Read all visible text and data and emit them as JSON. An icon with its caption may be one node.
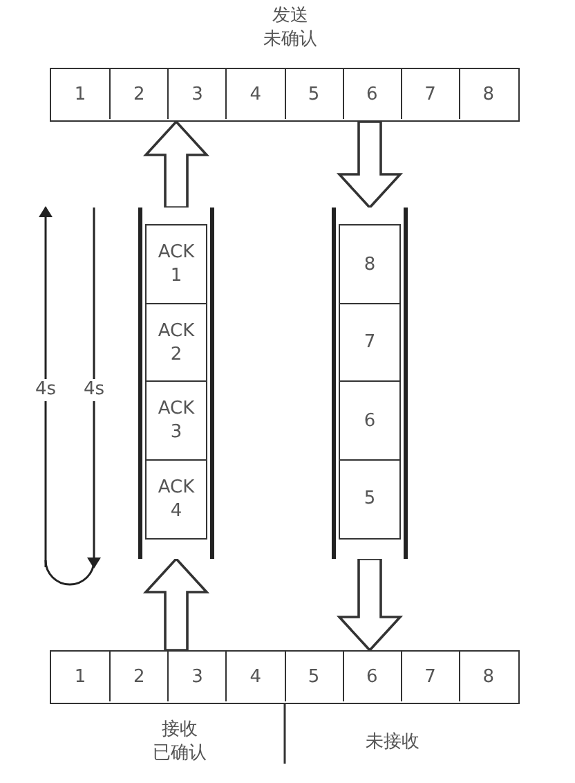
{
  "diagram": {
    "nodes": [
      {
        "text": [],
        "shape": "bar"
      },
      {
        "text": [
          "1"
        ],
        "in": 0
      },
      {
        "text": [
          "2"
        ],
        "in": 0
      },
      {
        "text": [
          "3"
        ],
        "in": 0
      },
      {
        "text": [
          "4"
        ],
        "in": 0
      },
      {
        "text": [
          "5"
        ],
        "in": 0
      },
      {
        "text": [
          "6"
        ],
        "in": 0
      },
      {
        "text": [
          "7"
        ],
        "in": 0
      },
      {
        "text": [
          "8"
        ],
        "in": 0
      },
      {
        "text": [],
        "shape": "bar"
      },
      {
        "text": [
          "1"
        ],
        "in": 9
      },
      {
        "text": [
          "2"
        ],
        "in": 9
      },
      {
        "text": [
          "3"
        ],
        "in": 9
      },
      {
        "text": [
          "4"
        ],
        "in": 9
      },
      {
        "text": [
          "5"
        ],
        "in": 9
      },
      {
        "text": [
          "6"
        ],
        "in": 9
      },
      {
        "text": [
          "7"
        ],
        "in": 9
      },
      {
        "text": [
          "8"
        ],
        "in": 9
      },
      {
        "text": [],
        "shape": "box"
      },
      {
        "text": [
          "ACK 1"
        ],
        "in": 18
      },
      {
        "text": [
          "ACK 2"
        ],
        "in": 18
      },
      {
        "text": [
          "ACK 3"
        ],
        "in": 18
      },
      {
        "text": [
          "ACK 4"
        ],
        "in": 18
      },
      {
        "text": [],
        "shape": "box"
      },
      {
        "text": [
          "8"
        ],
        "in": 23
      },
      {
        "text": [
          "7"
        ],
        "in": 23
      },
      {
        "text": [
          "6"
        ],
        "in": 23
      },
      {
        "text": [
          "5"
        ],
        "in": 23
      }
    ],
    "edges": [
      {
        "from": 18,
        "to": 0,
        "arrow": "to"
      },
      {
        "from": 9,
        "to": 18,
        "arrow": "to"
      },
      {
        "from": 0,
        "to": 23,
        "arrow": "to"
      },
      {
        "from": 23,
        "to": 9,
        "arrow": "to"
      }
    ],
    "labels": [
      "发送",
      "未确认",
      "4s",
      "4s",
      "接收",
      "已确认",
      "未接收"
    ]
  }
}
